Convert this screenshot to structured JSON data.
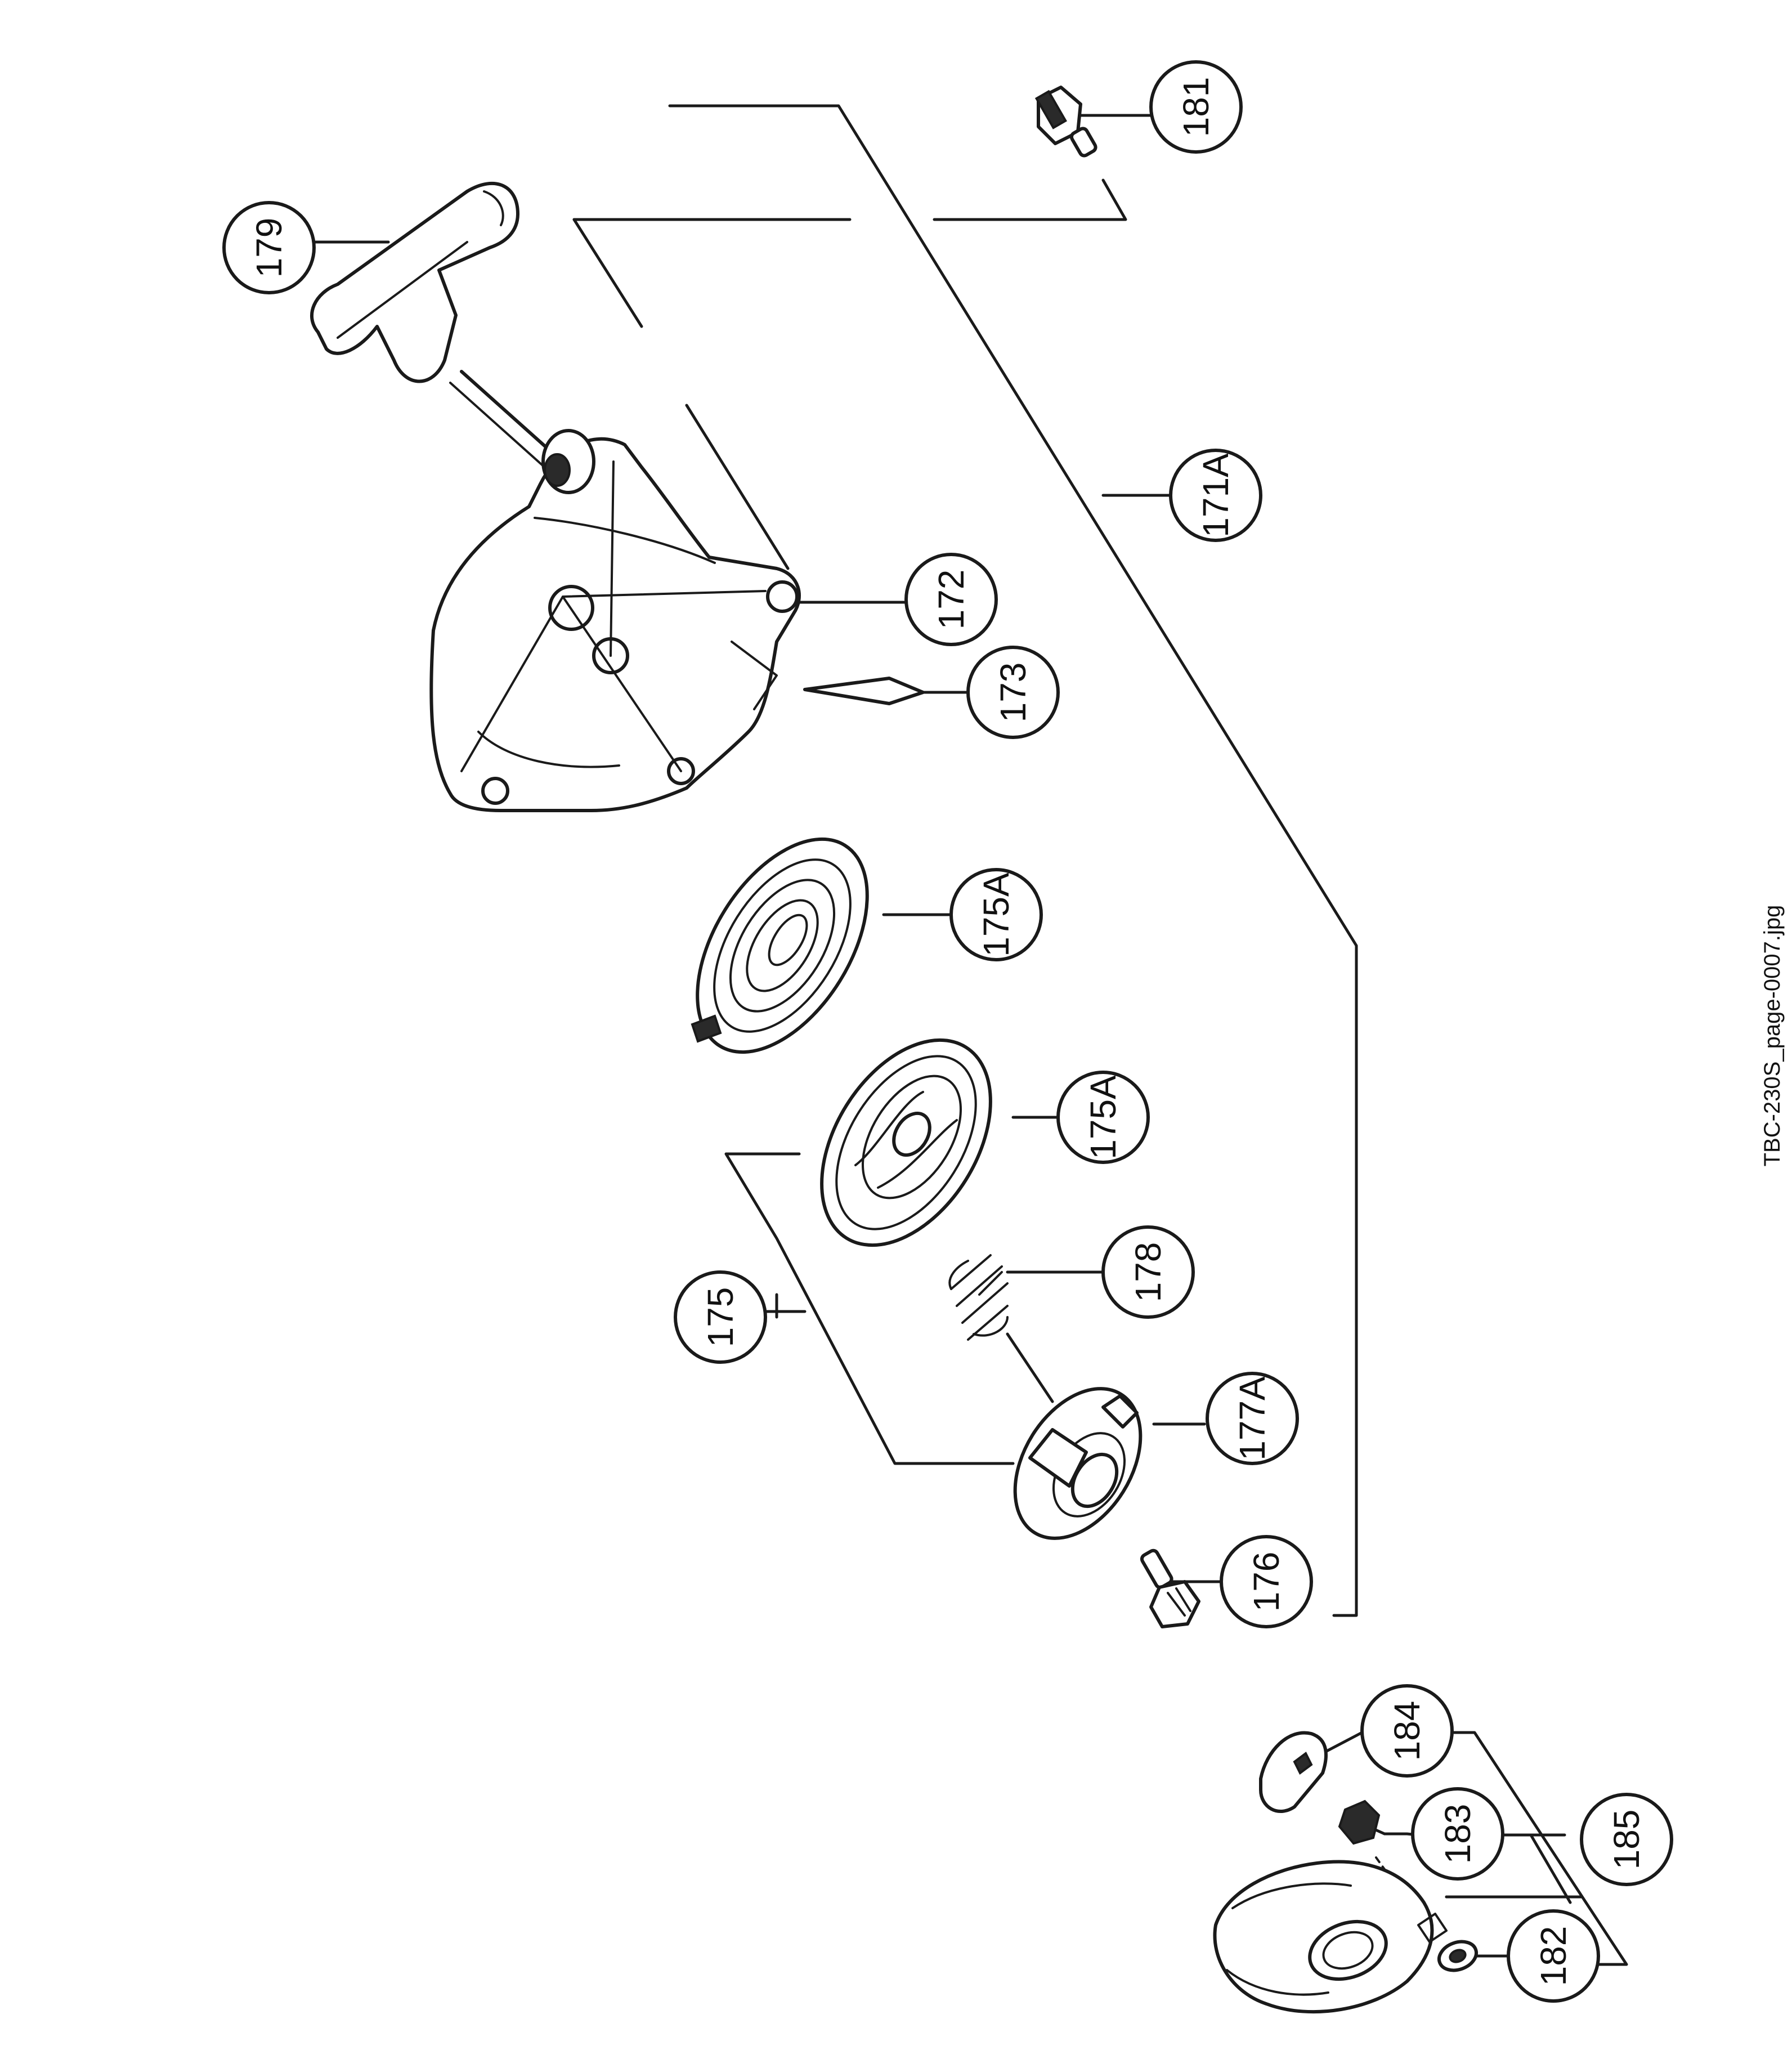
{
  "file_name": "TBC-230S_page-0007.jpg",
  "callouts": [
    {
      "key": "181",
      "label": "181"
    },
    {
      "key": "179",
      "label": "179"
    },
    {
      "key": "171A",
      "label": "171A"
    },
    {
      "key": "172",
      "label": "172"
    },
    {
      "key": "173",
      "label": "173"
    },
    {
      "key": "175A_spring",
      "label": "175A"
    },
    {
      "key": "175A_pulley",
      "label": "175A"
    },
    {
      "key": "178",
      "label": "178"
    },
    {
      "key": "175",
      "label": "175"
    },
    {
      "key": "177A",
      "label": "177A"
    },
    {
      "key": "176",
      "label": "176"
    },
    {
      "key": "184",
      "label": "184"
    },
    {
      "key": "183",
      "label": "183"
    },
    {
      "key": "185",
      "label": "185"
    },
    {
      "key": "182",
      "label": "182"
    }
  ]
}
